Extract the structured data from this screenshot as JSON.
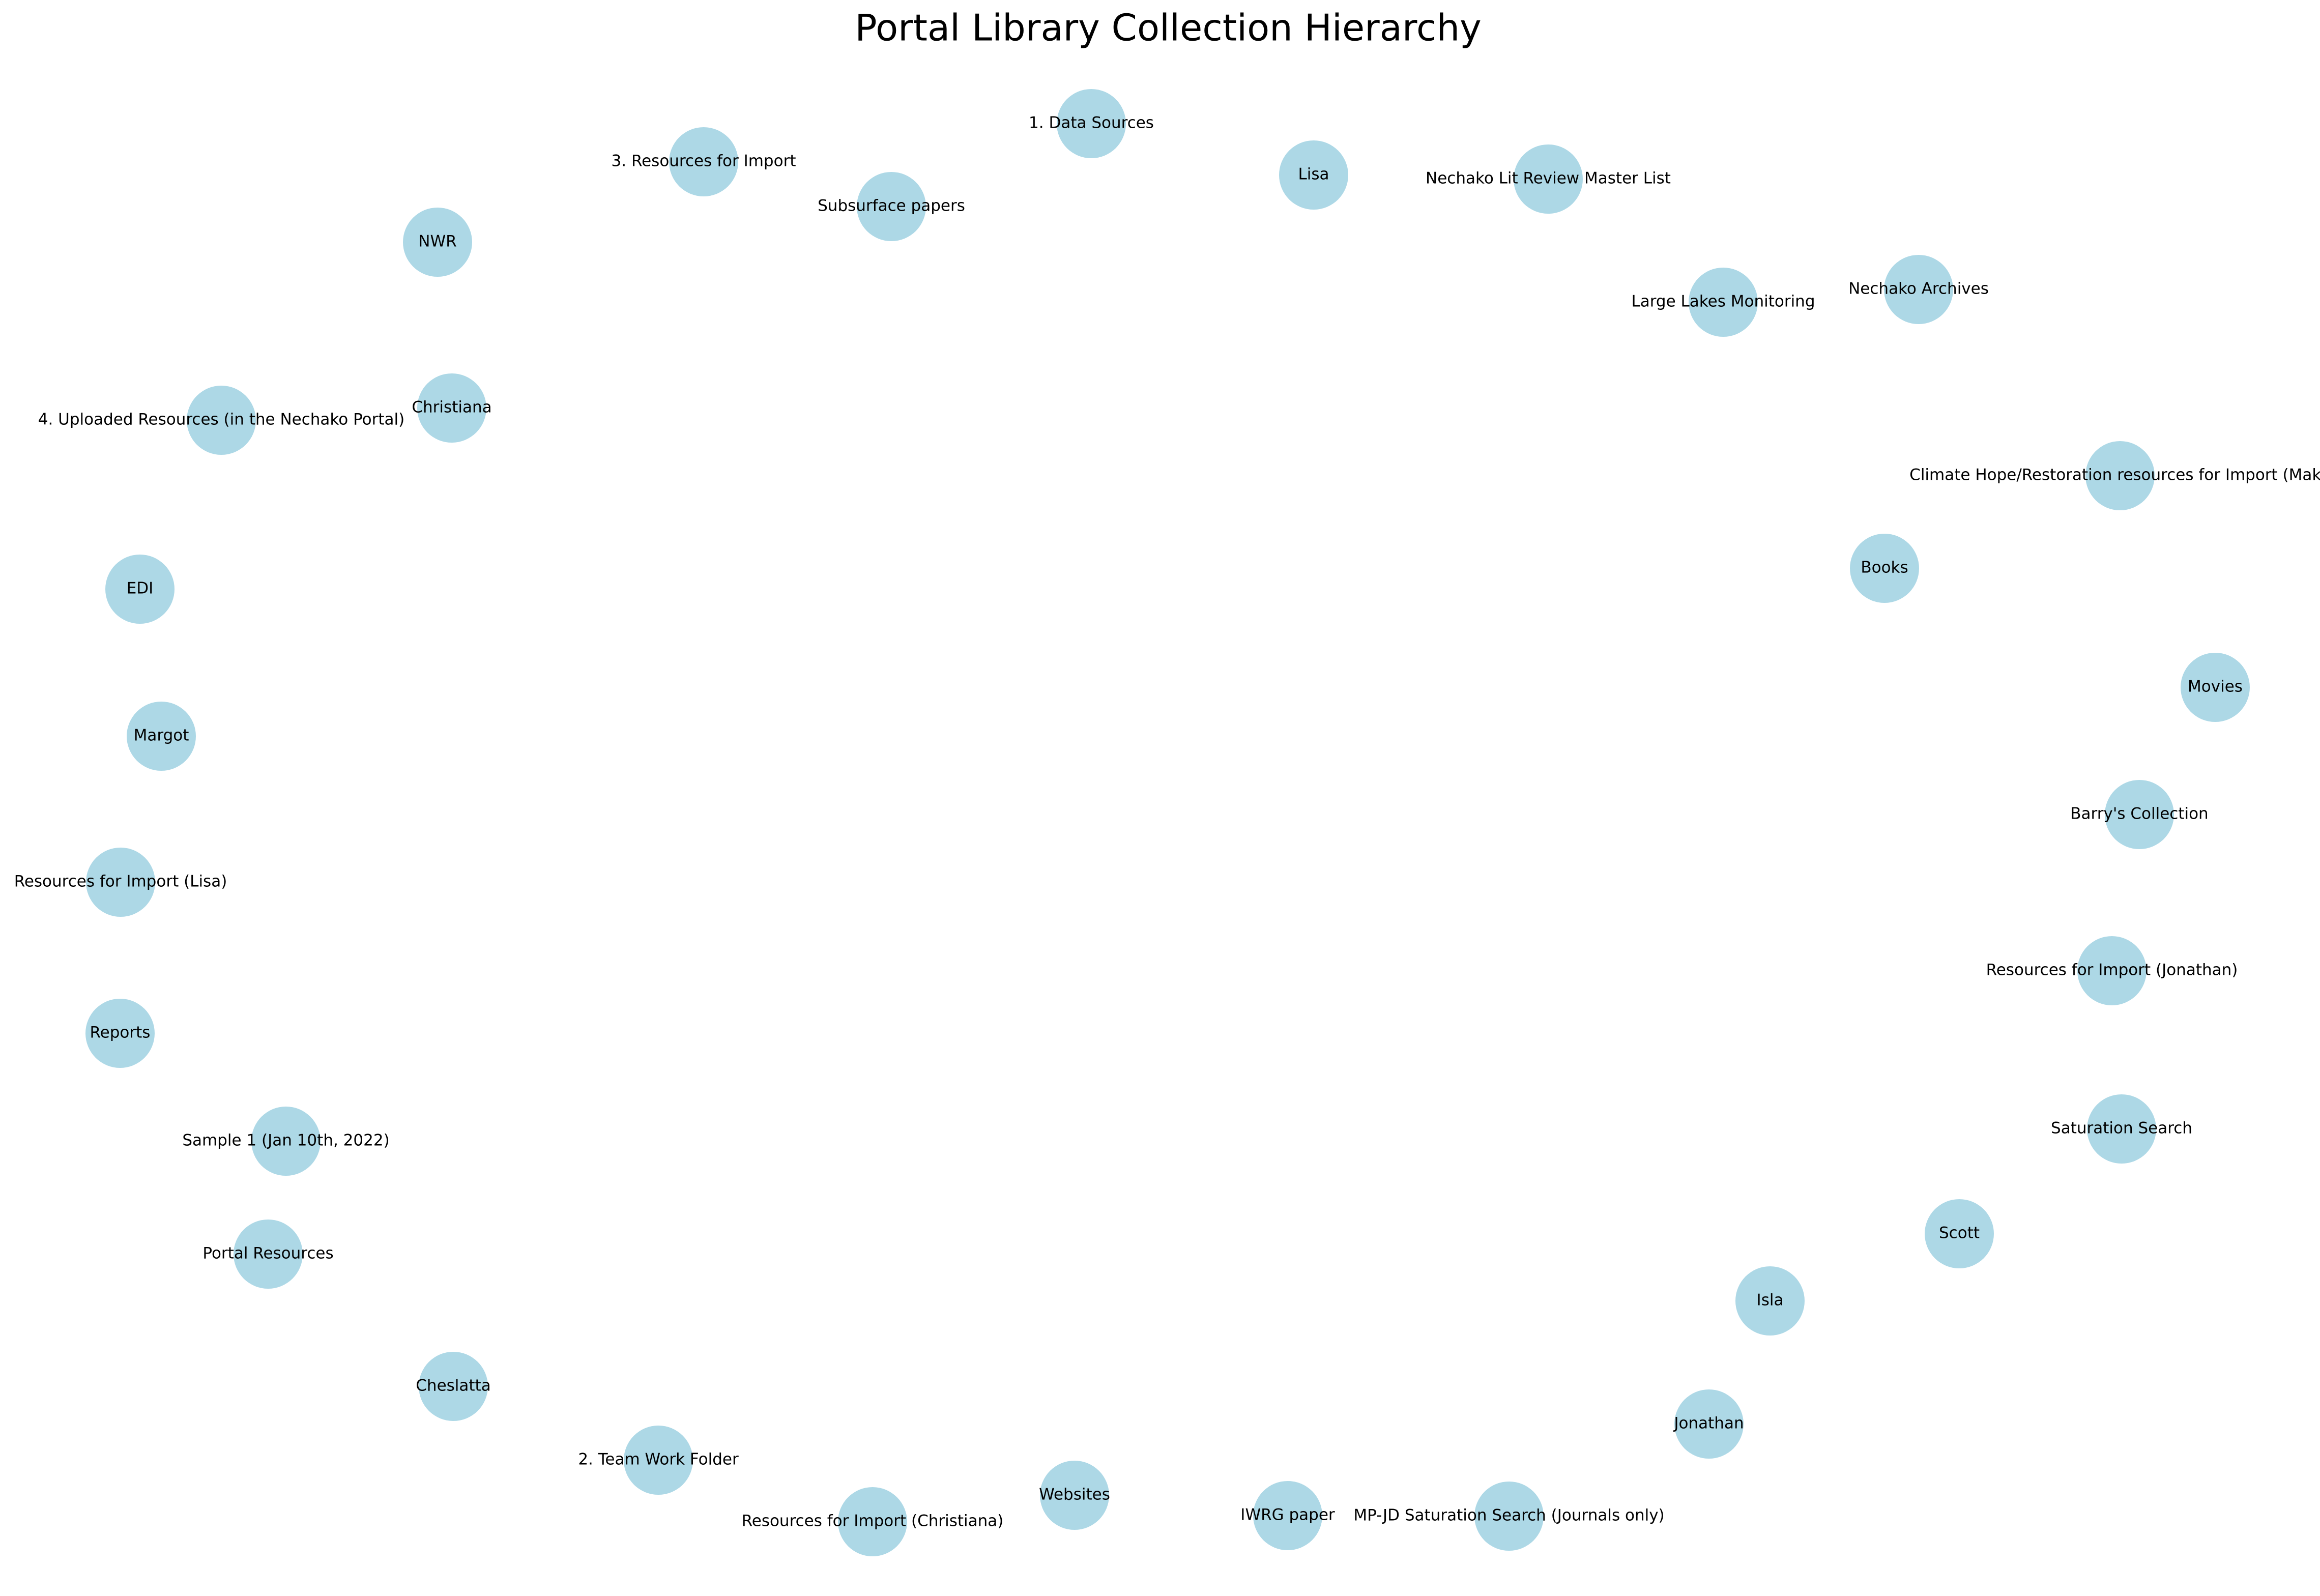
{
  "title": "Portal Library Collection Hierarchy",
  "colors": {
    "node_fill": "#add8e6",
    "label": "#000000",
    "background": "#ffffff"
  },
  "nodes": [
    {
      "id": "data-sources",
      "label": "1. Data Sources"
    },
    {
      "id": "resources-for-import",
      "label": "3. Resources for Import"
    },
    {
      "id": "subsurface-papers",
      "label": "Subsurface papers"
    },
    {
      "id": "lisa",
      "label": "Lisa"
    },
    {
      "id": "nechako-lit-review",
      "label": "Nechako Lit Review Master List"
    },
    {
      "id": "nwr",
      "label": "NWR"
    },
    {
      "id": "large-lakes",
      "label": "Large Lakes Monitoring"
    },
    {
      "id": "nechako-archives",
      "label": "Nechako Archives"
    },
    {
      "id": "uploaded-resources",
      "label": "4. Uploaded Resources (in the Nechako Portal)"
    },
    {
      "id": "christiana",
      "label": "Christiana"
    },
    {
      "id": "climate-hope",
      "label": "Climate Hope/Restoration resources for Import (Maka"
    },
    {
      "id": "books",
      "label": "Books"
    },
    {
      "id": "edi",
      "label": "EDI"
    },
    {
      "id": "movies",
      "label": "Movies"
    },
    {
      "id": "margot",
      "label": "Margot"
    },
    {
      "id": "barrys-collection",
      "label": "Barry's Collection"
    },
    {
      "id": "resources-import-lisa",
      "label": "Resources for Import (Lisa)"
    },
    {
      "id": "resources-import-jonathan",
      "label": "Resources for Import (Jonathan)"
    },
    {
      "id": "reports",
      "label": "Reports"
    },
    {
      "id": "saturation-search",
      "label": "Saturation Search"
    },
    {
      "id": "sample-1",
      "label": "Sample 1 (Jan 10th, 2022)"
    },
    {
      "id": "scott",
      "label": "Scott"
    },
    {
      "id": "portal-resources",
      "label": "Portal Resources"
    },
    {
      "id": "isla",
      "label": "Isla"
    },
    {
      "id": "cheslatta",
      "label": "Cheslatta"
    },
    {
      "id": "jonathan",
      "label": "Jonathan"
    },
    {
      "id": "team-work-folder",
      "label": "2. Team Work Folder"
    },
    {
      "id": "websites",
      "label": "Websites"
    },
    {
      "id": "iwrg-paper",
      "label": "IWRG paper"
    },
    {
      "id": "mp-jd-saturation",
      "label": "MP-JD Saturation Search (Journals only)"
    },
    {
      "id": "resources-import-christiana",
      "label": "Resources for Import (Christiana)"
    }
  ]
}
